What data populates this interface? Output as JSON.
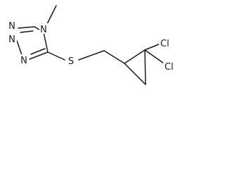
{
  "molecule": {
    "atoms": [
      {
        "name": "atom-n1",
        "label": "N"
      },
      {
        "name": "atom-n2",
        "label": "N"
      },
      {
        "name": "atom-n3",
        "label": "N"
      },
      {
        "name": "atom-n4",
        "label": "N"
      },
      {
        "name": "atom-s",
        "label": "S"
      },
      {
        "name": "atom-cl1",
        "label": "Cl"
      },
      {
        "name": "atom-cl2",
        "label": "Cl"
      }
    ]
  },
  "colors": {
    "ink": "#1a1a1a",
    "background": "#ffffff"
  }
}
